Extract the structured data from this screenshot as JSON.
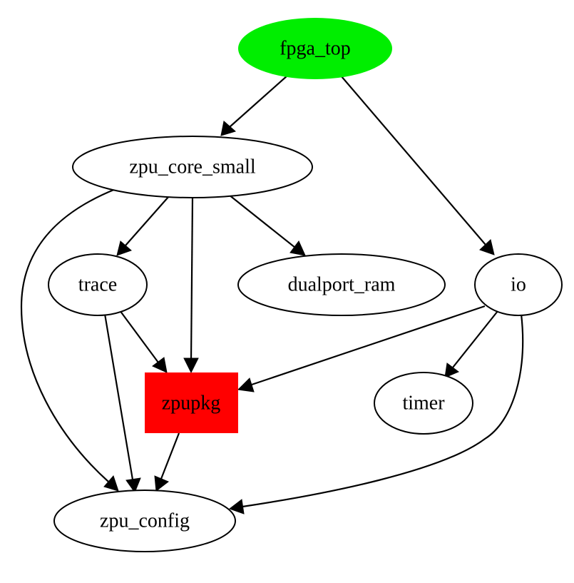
{
  "graph": {
    "nodes": {
      "fpga_top": {
        "label": "fpga_top",
        "shape": "ellipse",
        "fill": "#00ee00"
      },
      "zpu_core_small": {
        "label": "zpu_core_small",
        "shape": "ellipse",
        "fill": "#ffffff"
      },
      "trace": {
        "label": "trace",
        "shape": "ellipse",
        "fill": "#ffffff"
      },
      "dualport_ram": {
        "label": "dualport_ram",
        "shape": "ellipse",
        "fill": "#ffffff"
      },
      "io": {
        "label": "io",
        "shape": "ellipse",
        "fill": "#ffffff"
      },
      "zpupkg": {
        "label": "zpupkg",
        "shape": "box",
        "fill": "#ff0000"
      },
      "timer": {
        "label": "timer",
        "shape": "ellipse",
        "fill": "#ffffff"
      },
      "zpu_config": {
        "label": "zpu_config",
        "shape": "ellipse",
        "fill": "#ffffff"
      }
    },
    "edges": [
      {
        "from": "fpga_top",
        "to": "zpu_core_small"
      },
      {
        "from": "fpga_top",
        "to": "io"
      },
      {
        "from": "zpu_core_small",
        "to": "trace"
      },
      {
        "from": "zpu_core_small",
        "to": "zpupkg"
      },
      {
        "from": "zpu_core_small",
        "to": "dualport_ram"
      },
      {
        "from": "zpu_core_small",
        "to": "zpu_config"
      },
      {
        "from": "trace",
        "to": "zpupkg"
      },
      {
        "from": "trace",
        "to": "zpu_config"
      },
      {
        "from": "io",
        "to": "zpupkg"
      },
      {
        "from": "io",
        "to": "timer"
      },
      {
        "from": "io",
        "to": "zpu_config"
      },
      {
        "from": "zpupkg",
        "to": "zpu_config"
      }
    ]
  }
}
